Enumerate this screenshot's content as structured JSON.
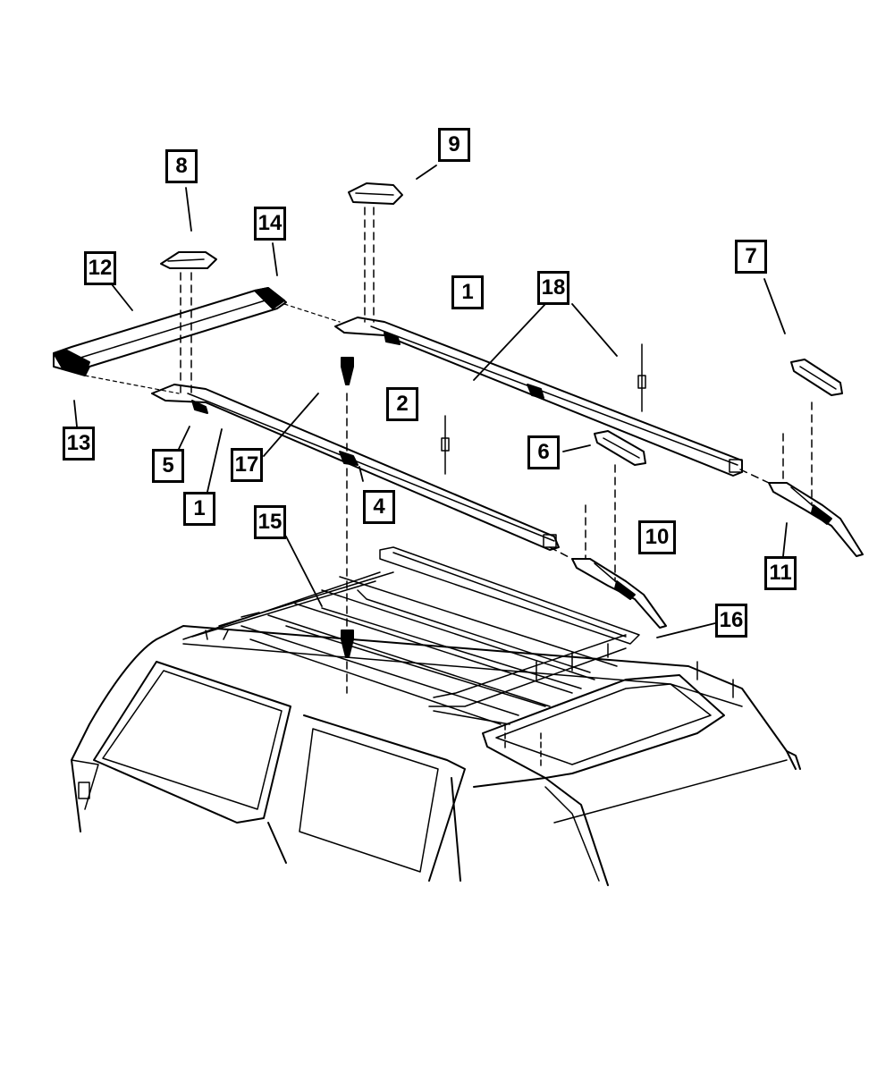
{
  "colors": {
    "ink": "#000000",
    "paper": "#ffffff"
  },
  "callouts": {
    "c1_top": "1",
    "c1_bottom": "1",
    "c2": "2",
    "c4": "4",
    "c5": "5",
    "c6": "6",
    "c7": "7",
    "c8": "8",
    "c9": "9",
    "c10": "10",
    "c11": "11",
    "c12": "12",
    "c13": "13",
    "c14": "14",
    "c15": "15",
    "c16": "16",
    "c17": "17",
    "c18": "18"
  }
}
